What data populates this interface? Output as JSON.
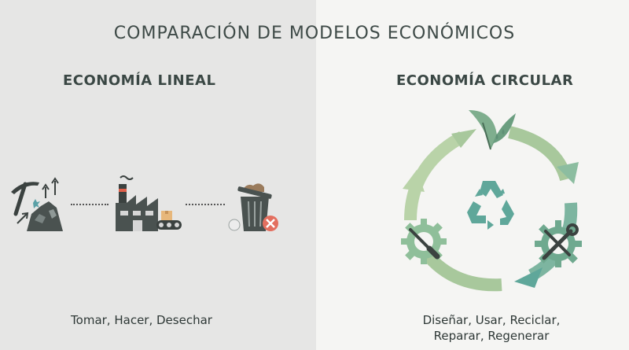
{
  "title": "COMPARACIÓN DE MODELOS ECONÓMICOS",
  "linear": {
    "heading": "ECONOMÍA LINEAL",
    "caption": "Tomar, Hacer, Desechar",
    "icons": [
      "pickaxe-mining-icon",
      "factory-icon",
      "trash-bin-icon"
    ]
  },
  "circular": {
    "heading": "ECONOMÍA CIRCULAR",
    "caption_line1": "Diseñar, Usar, Reciclar,",
    "caption_line2": "Reparar, Regenerar",
    "icons": [
      "leaf-icon",
      "recycle-icon",
      "gear-screwdriver-icon",
      "gear-wrench-icon",
      "cycle-arrows-icon"
    ]
  },
  "colors": {
    "left_bg": "#e6e6e5",
    "right_bg": "#f5f5f3",
    "green_light": "#b9d3a8",
    "green_mid": "#8fbf9a",
    "teal": "#5fa79a",
    "dark": "#3a4744"
  }
}
